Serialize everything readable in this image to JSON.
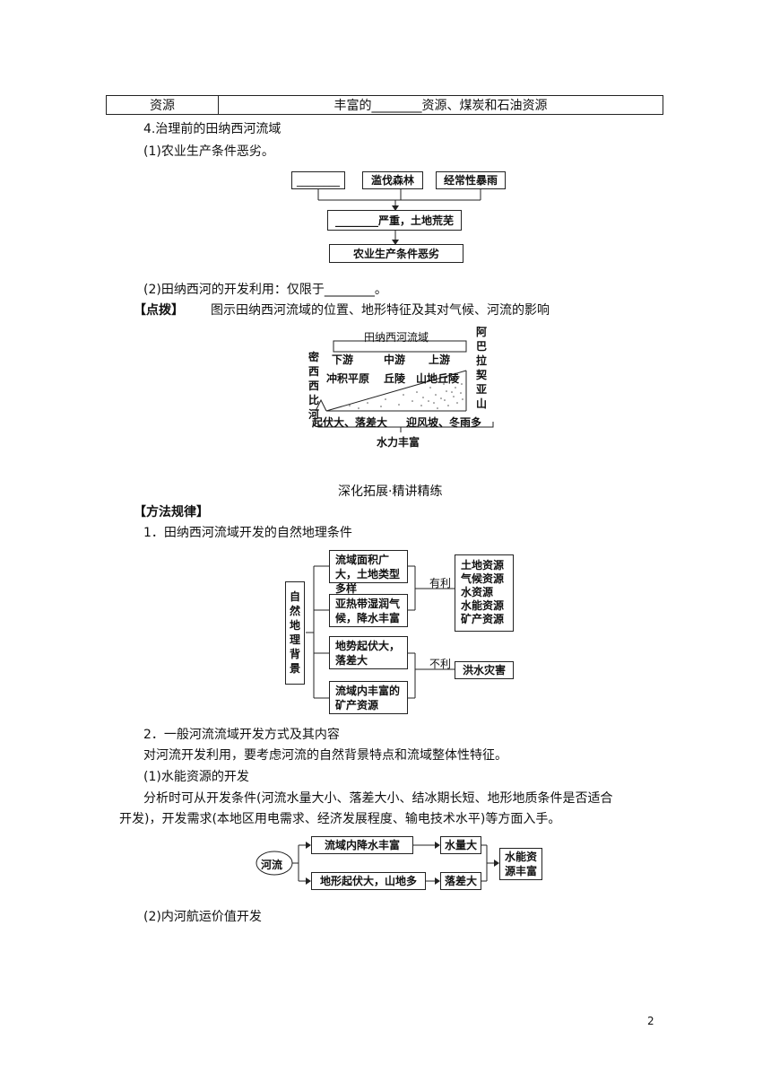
{
  "table": {
    "label": "资源",
    "value": "丰富的________资源、煤炭和石油资源"
  },
  "section4": {
    "heading": "4.治理前的田纳西河流域",
    "sub1": "(1)农业生产条件恶劣。",
    "flow1": {
      "box_blank": "________",
      "box_forest": "滥伐森林",
      "box_rain": "经常性暴雨",
      "box_mid": "________严重，土地荒芜",
      "box_bottom": "农业生产条件恶劣"
    },
    "sub2": "(2)田纳西河的开发利用：仅限于________。",
    "tip_label": "【点拨】",
    "tip_text": "图示田纳西河流域的位置、地形特征及其对气候、河流的影响"
  },
  "terrain": {
    "top_label": "田纳西河流域",
    "left_label": "密西西比河",
    "right_label": "阿巴拉契亚山",
    "lower": "下游",
    "middle": "中游",
    "upper": "上游",
    "plain": "冲积平原",
    "hill": "丘陵",
    "uphill": "山地丘陵",
    "bottom_left": "起伏大、落差大",
    "bottom_right": "迎风坡、冬雨多",
    "bottom": "水力丰富"
  },
  "deep": {
    "title": "深化拓展·精讲精练",
    "method": "【方法规律】",
    "h1": "1．田纳西河流域开发的自然地理条件",
    "h2": "2．一般河流流域开发方式及其内容",
    "p1": "对河流开发利用，要考虑河流的自然背景特点和流域整体性特征。",
    "s1": "(1)水能资源的开发",
    "p2a": "分析时可从开发条件(河流水量大小、落差大小、结冰期长短、地形地质条件是否适合",
    "p2b": "开发)，开发需求(本地区用电需求、经济发展程度、输电技术水平)等方面入手。",
    "s2": "(2)内河航运价值开发"
  },
  "nature": {
    "root": "自然地理背景",
    "b1": "流域面积广大，土地类型多样",
    "b2": "亚热带湿润气候，降水丰富",
    "b3": "地势起伏大，落差大",
    "b4": "流域内丰富的矿产资源",
    "good": "有利",
    "bad": "不利",
    "good_res": [
      "土地资源",
      "气候资源",
      "水资源",
      "水能资源",
      "矿产资源"
    ],
    "bad_res": "洪水灾害"
  },
  "hydro": {
    "river": "河流",
    "c1": "流域内降水丰富",
    "c2": "地形起伏大，山地多",
    "r1": "水量大",
    "r2": "落差大",
    "result": "水能资源丰富"
  },
  "page_number": "2"
}
